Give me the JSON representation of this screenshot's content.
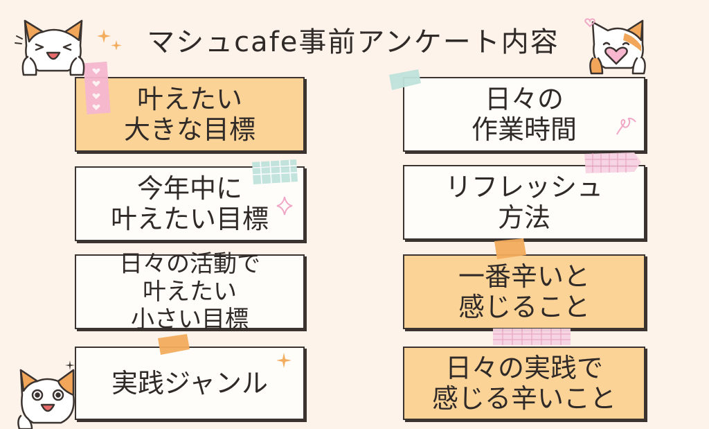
{
  "title": "マシュcafe事前アンケート内容",
  "cards": [
    {
      "id": "large-goal",
      "text": "叶えたい\n大きな目標",
      "color": "#fbd396"
    },
    {
      "id": "daily-work-time",
      "text": "日々の\n作業時間",
      "color": "#fffdfa"
    },
    {
      "id": "year-goal",
      "text": "今年中に\n叶えたい目標",
      "color": "#fffdfa"
    },
    {
      "id": "refresh-method",
      "text": "リフレッシュ\n方法",
      "color": "#fffdfa"
    },
    {
      "id": "small-goal",
      "text": "日々の活動で\n叶えたい\n小さい目標",
      "color": "#fffdfa"
    },
    {
      "id": "hardest-thing",
      "text": "一番辛いと\n感じること",
      "color": "#fbd396"
    },
    {
      "id": "practice-genre",
      "text": "実践ジャンル",
      "color": "#fffdfa"
    },
    {
      "id": "daily-practice-hardship",
      "text": "日々の実践で\n感じる辛いこと",
      "color": "#fbd396"
    }
  ],
  "colors": {
    "background": "#fdf3ea",
    "orange_card": "#fbd396",
    "white_card": "#fffdfa",
    "outline": "#3b3330",
    "tape_pink": "#f6b7cf",
    "tape_mint": "#bfe3dc",
    "tape_orange": "#f3ad5e",
    "cat_orange": "#f2a65a"
  },
  "icons": [
    "cat-excited-icon",
    "cat-heart-icon",
    "cat-laughing-icon",
    "sparkle-icon",
    "star-outline-icon",
    "swirl-icon",
    "heart-icon"
  ]
}
